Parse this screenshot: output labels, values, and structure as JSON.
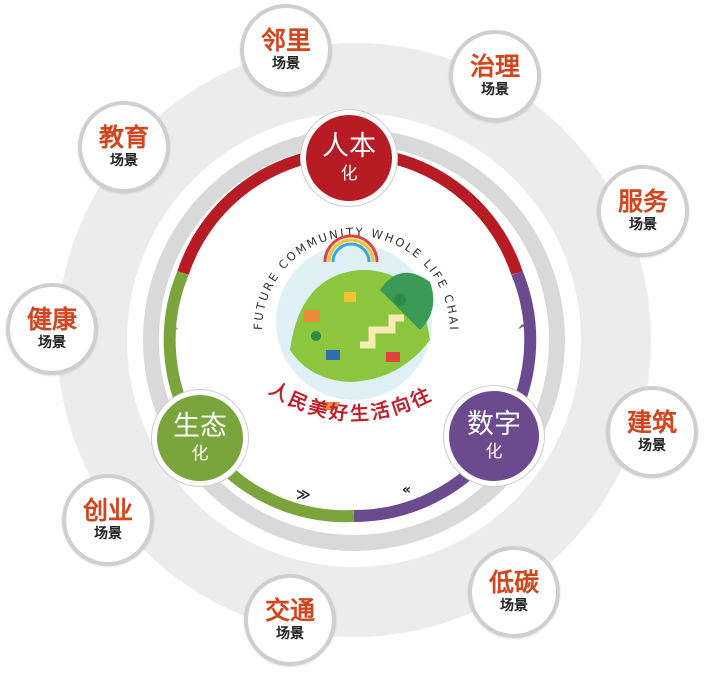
{
  "center": {
    "arc_text": "FUTURE COMMUNITY WHOLE LIFE CHAIN",
    "slogan": "人民美好生活向往"
  },
  "nodes": [
    {
      "id": "renben",
      "title": "人本",
      "sub": "化",
      "color": "#b71c24"
    },
    {
      "id": "shuzi",
      "title": "数字",
      "sub": "化",
      "color": "#6c4a8e"
    },
    {
      "id": "shengtai",
      "title": "生态",
      "sub": "化",
      "color": "#7aa53c"
    }
  ],
  "scenes": [
    {
      "id": "linli",
      "title": "邻里",
      "sub": "场景"
    },
    {
      "id": "zhili",
      "title": "治理",
      "sub": "场景"
    },
    {
      "id": "fuwu",
      "title": "服务",
      "sub": "场景"
    },
    {
      "id": "jianzhu",
      "title": "建筑",
      "sub": "场景"
    },
    {
      "id": "ditan",
      "title": "低碳",
      "sub": "场景"
    },
    {
      "id": "jiaotong",
      "title": "交通",
      "sub": "场景"
    },
    {
      "id": "chuangye",
      "title": "创业",
      "sub": "场景"
    },
    {
      "id": "jiankang",
      "title": "健康",
      "sub": "场景"
    },
    {
      "id": "jiaoyu",
      "title": "教育",
      "sub": "场景"
    }
  ]
}
